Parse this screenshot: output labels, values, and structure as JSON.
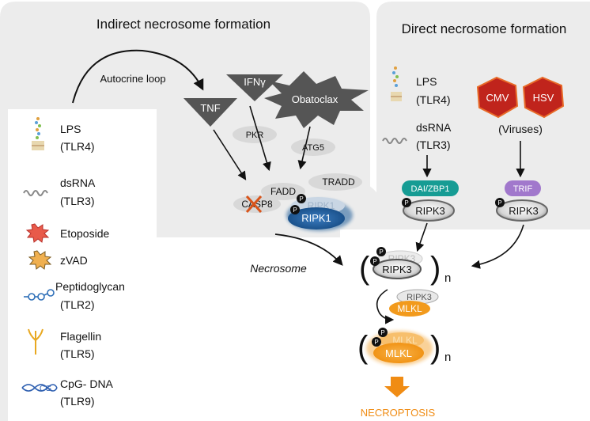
{
  "panels": {
    "indirect_title": "Indirect necrosome formation",
    "direct_title": "Direct necrosome formation"
  },
  "indirect": {
    "autocrine_loop": "Autocrine loop",
    "tnf": "TNF",
    "ifn": "IFNγ",
    "obatoclax": "Obatoclax",
    "pkr": "PKR",
    "atg5": "ATG5",
    "fadd": "FADD",
    "tradd": "TRADD",
    "casp8": "CASP8",
    "ripk1_shadow": "RIPK1",
    "ripk1": "RIPK1",
    "necrosome": "Necrosome"
  },
  "legend": {
    "lps": "LPS",
    "lps_receptor": "(TLR4)",
    "dsrna": "dsRNA",
    "dsrna_receptor": "(TLR3)",
    "etoposide": "Etoposide",
    "zvad": "zVAD",
    "peptidoglycan": "Peptidoglycan",
    "peptidoglycan_receptor": "(TLR2)",
    "flagellin": "Flagellin",
    "flagellin_receptor": "(TLR5)",
    "cpg": "CpG- DNA",
    "cpg_receptor": "(TLR9)"
  },
  "direct": {
    "lps": "LPS",
    "lps_receptor": "(TLR4)",
    "dsrna": "dsRNA",
    "dsrna_receptor": "(TLR3)",
    "cmv": "CMV",
    "hsv": "HSV",
    "viruses": "(Viruses)",
    "dai": "DAI/ZBP1",
    "trif": "TRIF",
    "ripk3_left": "RIPK3",
    "ripk3_right": "RIPK3"
  },
  "complex": {
    "ripk3_shadow": "RIPK3",
    "ripk3": "RIPK3",
    "subscript": "n",
    "ripk3_small": "RIPK3",
    "mlkl": "MLKL",
    "mlkl_shadow": "MLKL",
    "mlkl_main": "MLKL",
    "subscript2": "n",
    "phospho": "P",
    "outcome": "NECROPTOSIS"
  },
  "colors": {
    "panel_bg": "#ececec",
    "ripk1_blue": "#1e5c97",
    "dai_teal": "#169c94",
    "trif_purple": "#a178cc",
    "mlkl_orange": "#f29a1c",
    "outcome_orange": "#f08c14",
    "virus_red": "#c0241c"
  }
}
